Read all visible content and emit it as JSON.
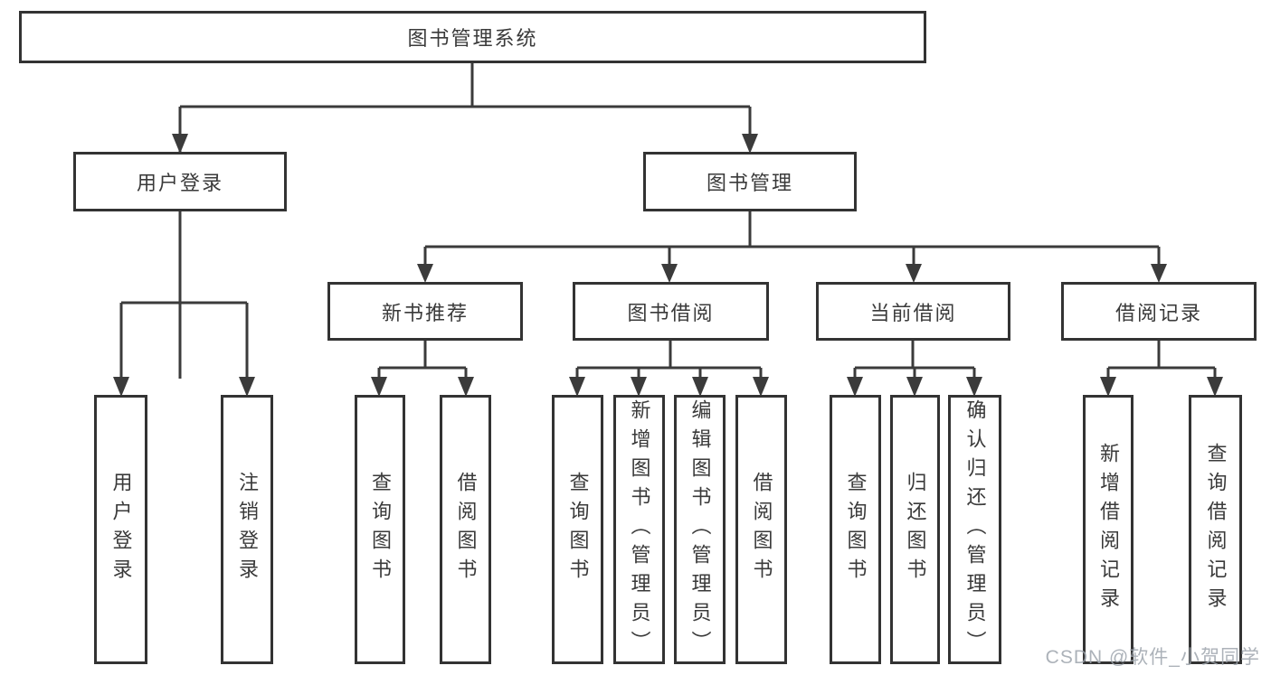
{
  "diagram_title": "图书管理系统",
  "watermark": "CSDN @软件_小贺同学",
  "colors": {
    "line": "#3b3b3b",
    "box_border": "#333333",
    "box_background": "#ffffff",
    "text": "#3a3a3a",
    "watermark": "#9ea4ad"
  },
  "tree": {
    "root": {
      "label": "图书管理系统"
    },
    "level2": {
      "user_login": {
        "label": "用户登录"
      },
      "book_management": {
        "label": "图书管理"
      }
    },
    "level3": {
      "new_book_recommend": {
        "label": "新书推荐"
      },
      "book_borrow": {
        "label": "图书借阅"
      },
      "current_borrow": {
        "label": "当前借阅"
      },
      "borrow_record": {
        "label": "借阅记录"
      }
    },
    "leaves": {
      "user_login_leaf": {
        "label": "用户登录"
      },
      "logout_leaf": {
        "label": "注销登录"
      },
      "recommend_query_books": {
        "label": "查询图书"
      },
      "recommend_borrow_books": {
        "label": "借阅图书"
      },
      "borrow_query_books": {
        "label": "查询图书"
      },
      "borrow_add_books": {
        "label": "新增图书（管理员）"
      },
      "borrow_edit_books": {
        "label": "编辑图书（管理员）"
      },
      "borrow_borrow_books": {
        "label": "借阅图书"
      },
      "current_query_books": {
        "label": "查询图书"
      },
      "current_return_books": {
        "label": "归还图书"
      },
      "current_confirm_return": {
        "label": "确认归还（管理员）"
      },
      "record_add_record": {
        "label": "新增借阅记录"
      },
      "record_query_record": {
        "label": "查询借阅记录"
      }
    }
  }
}
